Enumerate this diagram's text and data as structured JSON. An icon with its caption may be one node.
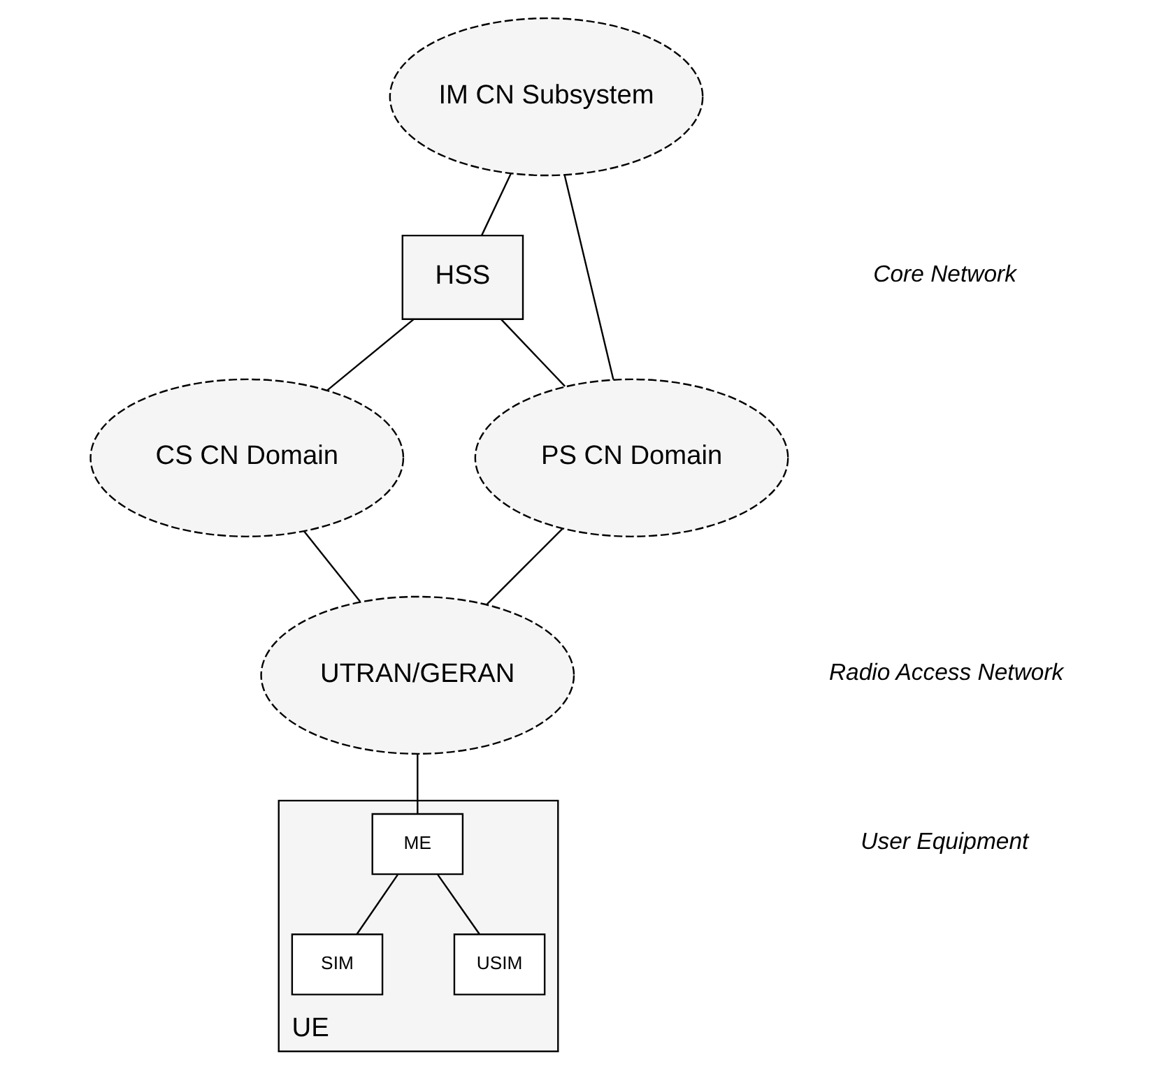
{
  "diagram": {
    "nodes": [
      {
        "text": [
          "IM CN Subsystem"
        ]
      },
      {
        "text": [
          "HSS"
        ]
      },
      {
        "text": [
          "CS CN Domain"
        ]
      },
      {
        "text": [
          "PS CN Domain"
        ]
      },
      {
        "text": [
          "UTRAN/GERAN"
        ]
      },
      {
        "text": [
          "UE"
        ]
      },
      {
        "text": [
          "ME"
        ],
        "in": 5
      },
      {
        "text": [
          "SIM"
        ],
        "in": 5
      },
      {
        "text": [
          "USIM"
        ],
        "in": 5
      }
    ],
    "edges": [
      {
        "from": 0,
        "to": 1,
        "arrow": "none"
      },
      {
        "from": 0,
        "to": 3,
        "arrow": "none"
      },
      {
        "from": 1,
        "to": 2,
        "arrow": "none"
      },
      {
        "from": 1,
        "to": 3,
        "arrow": "none"
      },
      {
        "from": 2,
        "to": 4,
        "arrow": "none"
      },
      {
        "from": 3,
        "to": 4,
        "arrow": "none"
      },
      {
        "from": 4,
        "to": 6,
        "arrow": "none"
      },
      {
        "from": 6,
        "to": 7,
        "arrow": "none"
      },
      {
        "from": 6,
        "to": 8,
        "arrow": "none"
      }
    ],
    "labels": [
      "Core Network",
      "Radio Access Network",
      "User Equipment"
    ]
  }
}
